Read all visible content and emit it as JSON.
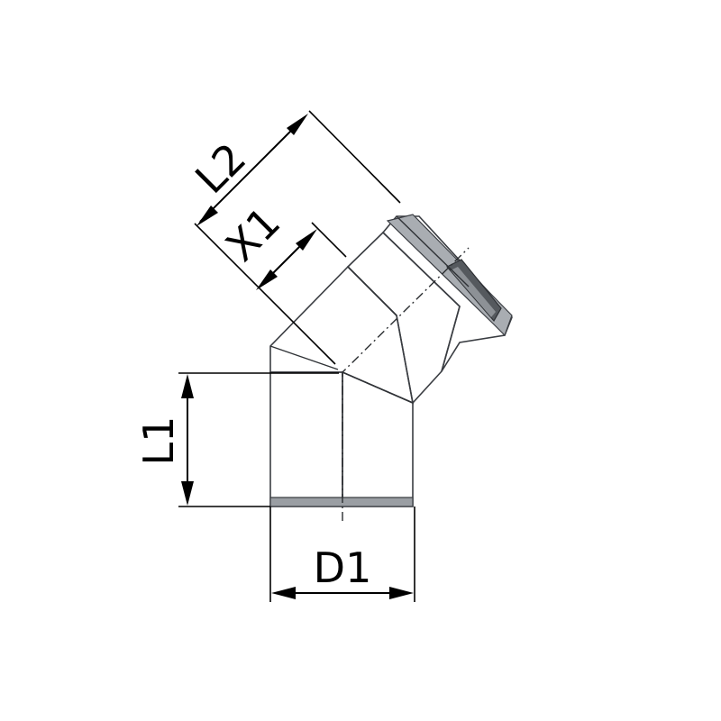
{
  "diagram": {
    "labels": {
      "l2": "L2",
      "x1": "X1",
      "l1": "L1",
      "d1": "D1"
    },
    "colors": {
      "pipe_light": "#c4c7cb",
      "pipe_mid": "#9a9ea4",
      "pipe_dark": "#6f7378",
      "seal": "#505458",
      "dimension": "#000000"
    }
  }
}
